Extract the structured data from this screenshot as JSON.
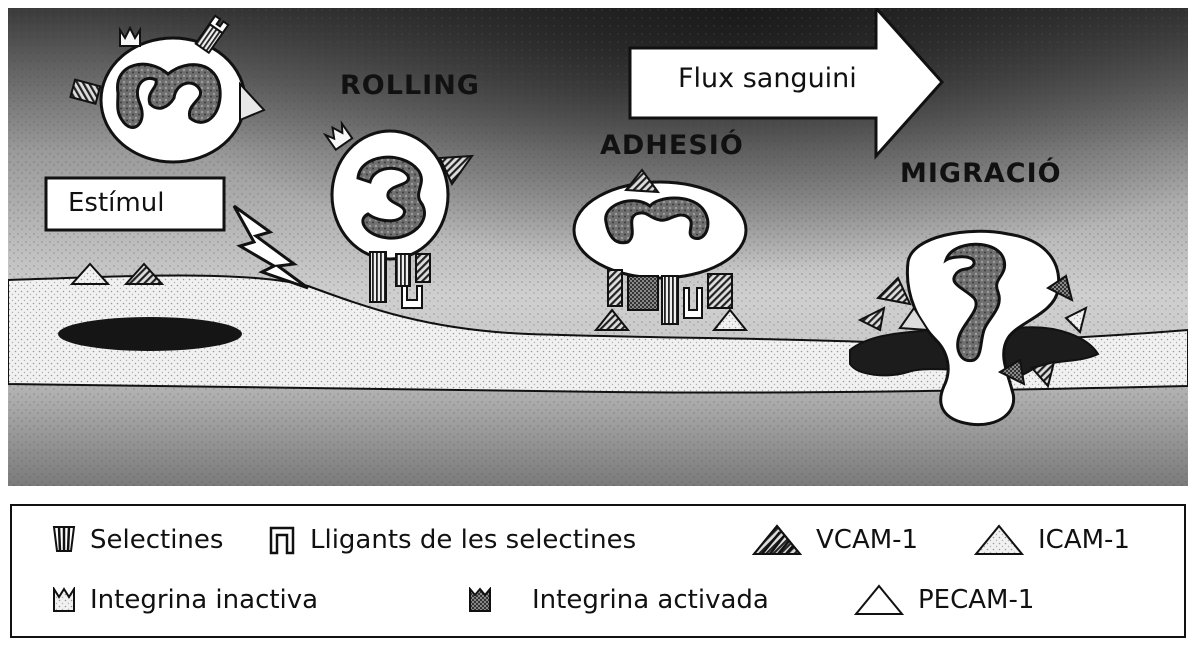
{
  "stages": {
    "rolling": "ROLLING",
    "adhesion": "ADHESIÓ",
    "migration": "MIGRACIÓ"
  },
  "flow_label": "Flux sanguini",
  "stimulus_label": "Estímul",
  "legend": {
    "row1": [
      {
        "icon": "selectin-icon",
        "label": "Selectines"
      },
      {
        "icon": "selectin-ligand-icon",
        "label": "Lligants de les selectines"
      },
      {
        "icon": "vcam1-icon",
        "label": "VCAM-1"
      },
      {
        "icon": "icam1-icon",
        "label": "ICAM-1"
      }
    ],
    "row2": [
      {
        "icon": "inactive-integrin-icon",
        "label": "Integrina inactiva"
      },
      {
        "icon": "active-integrin-icon",
        "label": "Integrina activada"
      },
      {
        "icon": "pecam1-icon",
        "label": "PECAM-1"
      }
    ]
  },
  "colors": {
    "frame": "#111111",
    "cell_fill": "#ffffff",
    "nucleus": "#6e6e6e",
    "endothelium": "#e6e6e6",
    "tissue": "#9a9a9a"
  }
}
